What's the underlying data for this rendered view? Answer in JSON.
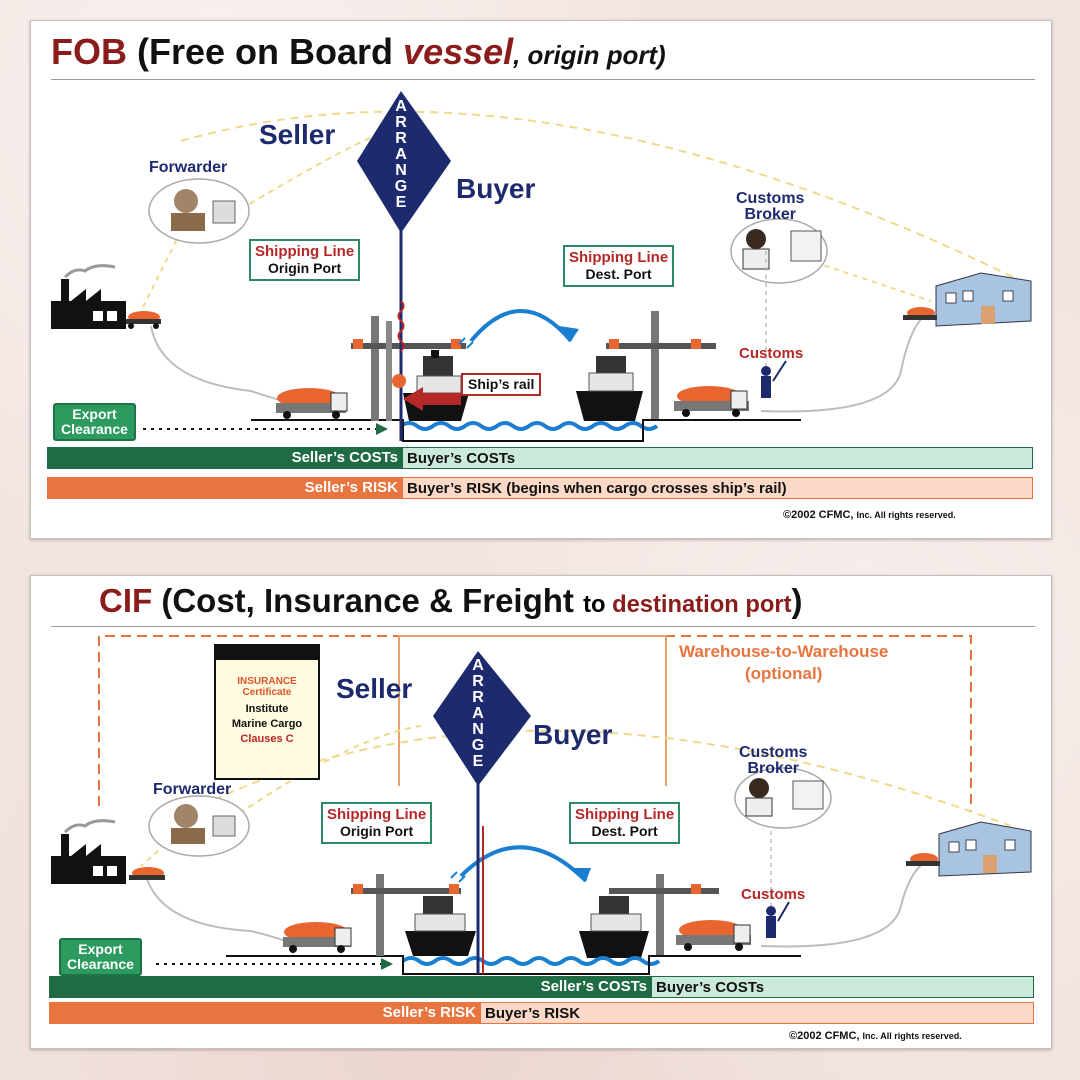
{
  "colors": {
    "brand_red": "#8b1c1c",
    "navy": "#1e2a6e",
    "green": "#1f6b44",
    "orange": "#e8753f"
  },
  "fob": {
    "title_abbr": "FOB",
    "title_main": "(Free on Board ",
    "title_em": "vessel",
    "title_tail": ", origin port)",
    "seller": "Seller",
    "buyer": "Buyer",
    "arrange": [
      "A",
      "R",
      "R",
      "A",
      "N",
      "G",
      "E"
    ],
    "forwarder": "Forwarder",
    "customs_broker_1": "Customs",
    "customs_broker_2": "Broker",
    "ship_origin_l1": "Shipping Line",
    "ship_origin_l2": "Origin Port",
    "ship_dest_l1": "Shipping Line",
    "ship_dest_l2": "Dest. Port",
    "customs": "Customs",
    "ships_rail": "Ship’s rail",
    "export_1": "Export",
    "export_2": "Clearance",
    "sellers_costs": "Seller’s COSTs",
    "buyers_costs": "Buyer’s COSTs",
    "sellers_risk": "Seller’s RISK",
    "buyers_risk": "Buyer’s RISK (begins when cargo crosses ship’s rail)",
    "copyright": "©2002 CFMC,",
    "copyright_small": "Inc. All rights reserved."
  },
  "cif": {
    "title_abbr": "CIF",
    "title_main": "(Cost, Insurance & Freight ",
    "title_to": "to ",
    "title_dest": "destination port",
    "title_close": ")",
    "seller": "Seller",
    "buyer": "Buyer",
    "arrange": [
      "A",
      "R",
      "R",
      "A",
      "N",
      "G",
      "E"
    ],
    "warehouse_1": "Warehouse-to-Warehouse",
    "warehouse_2": "(optional)",
    "cert_1": "INSURANCE",
    "cert_2": "Certificate",
    "cert_3": "Institute",
    "cert_4": "Marine Cargo",
    "cert_5": "Clauses C",
    "forwarder": "Forwarder",
    "customs_broker_1": "Customs",
    "customs_broker_2": "Broker",
    "ship_origin_l1": "Shipping Line",
    "ship_origin_l2": "Origin Port",
    "ship_dest_l1": "Shipping Line",
    "ship_dest_l2": "Dest. Port",
    "customs": "Customs",
    "export_1": "Export",
    "export_2": "Clearance",
    "sellers_costs": "Seller’s COSTs",
    "buyers_costs": "Buyer’s COSTs",
    "sellers_risk": "Seller’s RISK",
    "buyers_risk": "Buyer’s RISK",
    "copyright": "©2002 CFMC,",
    "copyright_small": "Inc. All rights reserved."
  }
}
